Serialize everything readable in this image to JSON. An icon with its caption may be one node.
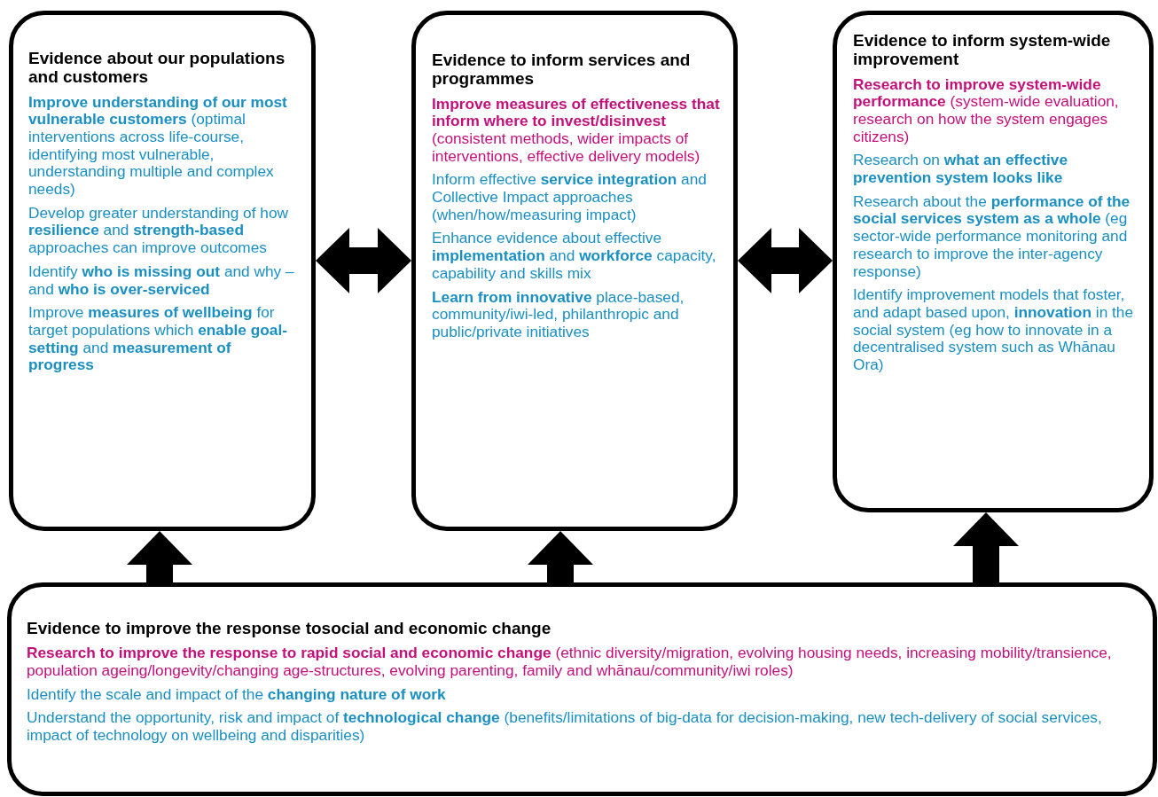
{
  "diagram": {
    "nodes": [
      {
        "text": [
          "Evidence about our populations and customers",
          "**Improve understanding of our most vulnerable customers** (optimal interventions across life-course, identifying most vulnerable, understanding multiple and complex needs)",
          "Develop greater understanding of how **resilience** and **strength-based** approaches can improve outcomes",
          "Identify **who is missing out** and why – and **who is over-serviced**",
          "Improve **measures of wellbeing** for target populations which **enable goal-setting** and **measurement of progress**"
        ]
      },
      {
        "text": [
          "Evidence to inform services and programmes",
          "**Improve measures of effectiveness that inform where to invest/disinvest** (consistent methods, wider impacts of interventions, effective delivery models)",
          "Inform effective **service integration** and Collective Impact approaches (when/how/measuring impact)",
          "Enhance evidence about effective **implementation** and **workforce** capacity, capability and skills mix",
          "**Learn from innovative** place-based, community/iwi-led, philanthropic and public/private initiatives"
        ]
      },
      {
        "text": [
          "Evidence to inform system-wide improvement",
          "**Research to improve system-wide performance** (system-wide evaluation, research on how the system engages citizens)",
          "Research on **what an effective prevention system looks like**",
          "Research about the **performance of the social services system as a whole** (eg sector-wide performance monitoring and research to improve the inter-agency response)",
          "Identify improvement models that foster, and adapt based upon, **innovation** in the social system (eg how to innovate in a decentralised system such as Whānau Ora)"
        ]
      },
      {
        "text": [
          "Evidence to improve the response tosocial and economic change",
          "**Research to improve the response to rapid social and economic change** (ethnic diversity/migration, evolving housing needs, increasing mobility/transience, population ageing/longevity/changing age-structures, evolving parenting, family and whānau/community/iwi roles)",
          "Identify the scale and impact of the **changing nature of work**",
          "Understand the opportunity, risk and impact of **technological change** (benefits/limitations of big-data for decision-making, new tech-delivery of social services, impact of technology on wellbeing and disparities)"
        ]
      }
    ],
    "edges": [
      {
        "from": 0,
        "to": 1,
        "arrow": "both"
      },
      {
        "from": 1,
        "to": 2,
        "arrow": "both"
      },
      {
        "from": 3,
        "to": 0,
        "arrow": "to"
      },
      {
        "from": 3,
        "to": 1,
        "arrow": "to"
      },
      {
        "from": 3,
        "to": 2,
        "arrow": "to"
      }
    ]
  }
}
